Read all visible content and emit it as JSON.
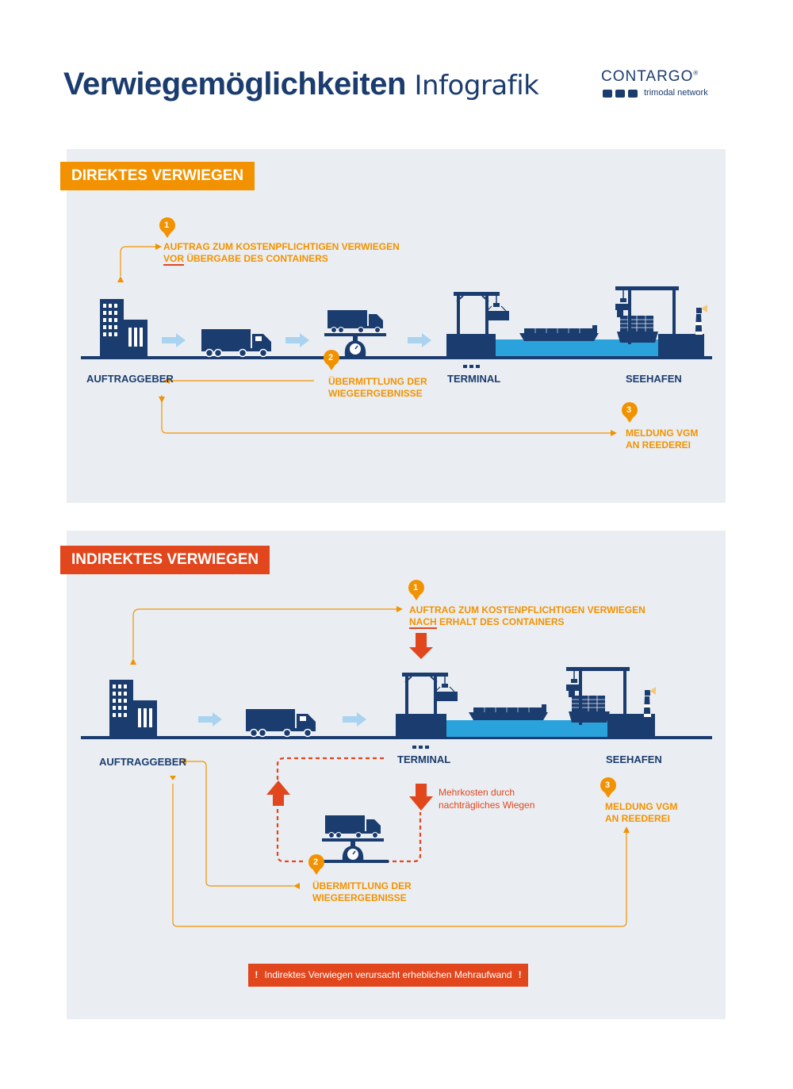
{
  "header": {
    "title_bold": "Verwiegemöglichkeiten",
    "title_light": "Infografik",
    "logo_name": "CONTARGO",
    "logo_reg": "®",
    "logo_sub": "trimodal network"
  },
  "direct": {
    "heading": "DIREKTES VERWIEGEN",
    "step1_num": "1",
    "step1_line1": "AUFTRAG ZUM KOSTENPFLICHTIGEN VERWIEGEN",
    "step1_emph": "VOR",
    "step1_line2_rest": " ÜBERGABE DES CONTAINERS",
    "step2_num": "2",
    "step2_line1": "ÜBERMITTLUNG DER",
    "step2_line2": "WIEGEERGEBNISSE",
    "step3_num": "3",
    "step3_line1": "MELDUNG VGM",
    "step3_line2": "AN REEDEREI",
    "label_client": "AUFTRAGGEBER",
    "label_terminal": "TERMINAL",
    "label_port": "SEEHAFEN"
  },
  "indirect": {
    "heading": "INDIREKTES VERWIEGEN",
    "step1_num": "1",
    "step1_line1": "AUFTRAG ZUM KOSTENPFLICHTIGEN VERWIEGEN",
    "step1_emph": "NACH",
    "step1_line2_rest": " ERHALT DES CONTAINERS",
    "step2_num": "2",
    "step2_line1": "ÜBERMITTLUNG DER",
    "step2_line2": "WIEGEERGEBNISSE",
    "step3_num": "3",
    "step3_line1": "MELDUNG VGM",
    "step3_line2": "AN REEDEREI",
    "extra_cost_line1": "Mehrkosten durch",
    "extra_cost_line2": "nachträgliches Wiegen",
    "label_client": "AUFTRAGGEBER",
    "label_terminal": "TERMINAL",
    "label_port": "SEEHAFEN",
    "warning_text": "Indirektes Verwiegen verursacht erheblichen Mehraufwand",
    "warning_mark": "!"
  },
  "colors": {
    "navy": "#1b3c6e",
    "orange": "#f39200",
    "red": "#e2461c",
    "light_blue": "#a9d3ef",
    "water": "#2aa3dd",
    "panel": "#eaeef2"
  }
}
